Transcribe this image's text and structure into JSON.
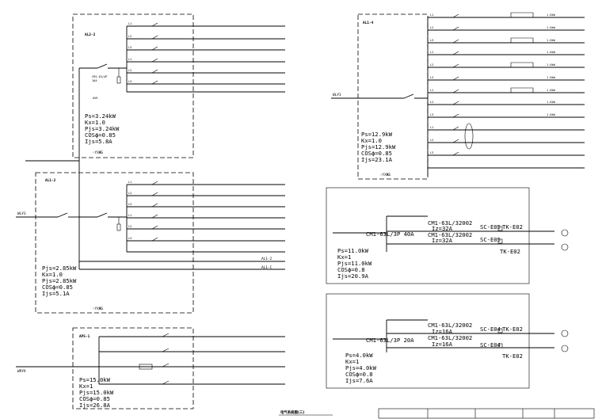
{
  "panels": {
    "al2_2": {
      "name": "AL2-2",
      "phase_labels": [
        "L1",
        "L2",
        "L3",
        "L1",
        "L2",
        "L3"
      ],
      "calc": [
        "Ps=3.24kW",
        "Kx=1.0",
        "Pjs=3.24kW",
        "COSϕ=0.85",
        "Ijs=5.8A"
      ],
      "box_label": "˅ҮXЖБ"
    },
    "al2": {
      "name": "AL1-2",
      "incoming": "WLУ3",
      "phase_labels": [
        "L1",
        "L2",
        "L3",
        "L1",
        "L2",
        "L3"
      ],
      "calc": [
        "Pjs=2.85kW",
        "Kx=1.0",
        "Pjs=2.85kW",
        "COSϕ=0.85",
        "Ijs=5.1A"
      ],
      "outgoing": [
        "AL1-2",
        "AL1-C"
      ],
      "box_label": "˅ҮXЖБ"
    },
    "ap5": {
      "name": "AP5-1",
      "incoming": "WPУ9",
      "calc": [
        "Ps=15.0kW",
        "Kx=1",
        "Pjs=15.0kW",
        "COSϕ=0.85",
        "Ijs=26.8A"
      ]
    },
    "al4": {
      "name": "AL1-4",
      "incoming": "WLУ3",
      "phase_labels": [
        "L1",
        "L2",
        "L3",
        "L1",
        "L2",
        "L3",
        "L1",
        "L2",
        "L3",
        "L1",
        "L2",
        "L3"
      ],
      "load_labels": [
        "1.6kW",
        "1.6kW",
        "1.6kW",
        "1.6kW",
        "1.6kW",
        "1.6kW",
        "1.6kW",
        "1.6kW",
        "1.6kW"
      ],
      "calc": [
        "Ps=12.9kW",
        "Kx=1.0",
        "Pjs=12.9kW",
        "COSϕ=0.85",
        "Ijs=23.1A"
      ],
      "box_label": "˅ҮXЖБ"
    },
    "box5": {
      "main_breaker": "CM1-63L/3P 40A",
      "branch1_breaker": "CM1-63L/32002",
      "branch1_setting": "Iz=32A",
      "branch2_breaker": "CM1-63L/32002",
      "branch2_setting": "Iz=32A",
      "contactor1": "SC-E05",
      "contactor2": "SC-E05",
      "relay1": "TK-E02",
      "relay2": "TK-E02",
      "calc": [
        "Ps=11.0kW",
        "Kx=1",
        "Pjs=11.0kW",
        "COSϕ=0.8",
        "Ijs=20.9A"
      ]
    },
    "box6": {
      "main_breaker": "CM1-63L/3P 20A",
      "branch1_breaker": "CM1-63L/32002",
      "branch1_setting": "Iz=16A",
      "branch2_breaker": "CM1-63L/32002",
      "branch2_setting": "Iz=16A",
      "contactor1": "SC-E04",
      "contactor2": "SC-E04",
      "relay1": "TK-E02",
      "relay2": "TK-E02",
      "calc": [
        "Ps=4.0kW",
        "Kx=1",
        "Pjs=4.0kW",
        "COSϕ=0.8",
        "Ijs=7.6A"
      ]
    }
  },
  "title_block": {
    "drawing_title": "电气系统图(三)"
  },
  "colors": {
    "ink": "#000000",
    "paper": "#ffffff"
  }
}
